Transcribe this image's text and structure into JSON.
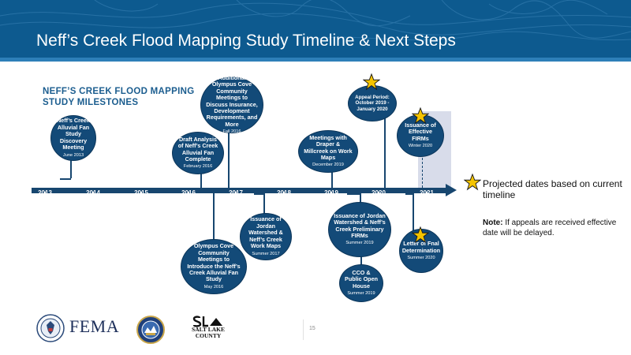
{
  "header": {
    "title": "Neff’s Creek Flood Mapping Study Timeline & Next Steps"
  },
  "milestones_title": "NEFF’S CREEK FLOOD MAPPING STUDY MILESTONES",
  "timeline": {
    "years": [
      "2013",
      "2014",
      "2015",
      "2016",
      "2017",
      "2018",
      "2019",
      "2020",
      "2021"
    ]
  },
  "milestones": [
    {
      "title": "Neff’s Creek Alluvial Fan Study Discovery Meeting",
      "date": "June 2013"
    },
    {
      "title": "Draft Analysis of Neff’s Creek Alluvial Fan Complete",
      "date": "February 2016"
    },
    {
      "title": "Olympus Cove Community Meetings to Introduce the Neff’s Creek Alluvial Fan Study",
      "date": "May 2016"
    },
    {
      "title": "Additional Olympus Cove Community Meetings to Discuss Insurance, Development Requirements, and More",
      "date": "Fall 2016"
    },
    {
      "title": "Issuance of Jordan Watershed & Neff’s Creek Work Maps",
      "date": "Summer 2017"
    },
    {
      "title": "Meetings with Draper & Millcreek on Work Maps",
      "date": "December 2019"
    },
    {
      "title": "Issuance of Jordan Watershed & Neff’s Creek Preliminary FIRMs",
      "date": "Summer 2019"
    },
    {
      "title": "CCO & Public Open House",
      "date": "Summer 2019"
    },
    {
      "title": "Appeal Period: October 2019 - January 2020",
      "date": ""
    },
    {
      "title": "Issuance of Effective FIRMs",
      "date": "Winter 2020"
    },
    {
      "title": "Letter of Fnal Determination",
      "date": "Summer 2020"
    }
  ],
  "legend": {
    "icon": "star-icon",
    "text": "Projected dates based on current timeline"
  },
  "note": {
    "label": "Note:",
    "text": " If appeals are received effective date will be delayed."
  },
  "footer": {
    "fema": "FEMA",
    "page_number": "15",
    "slc_line1": "SALT LAKE",
    "slc_line2": "COUNTY"
  },
  "colors": {
    "header": "#0d5a8f",
    "bubble": "#134a78",
    "timeline": "#17466f",
    "accent_title": "#1b5d8f",
    "star": "#f5c400",
    "shade": "#d8dcea"
  }
}
